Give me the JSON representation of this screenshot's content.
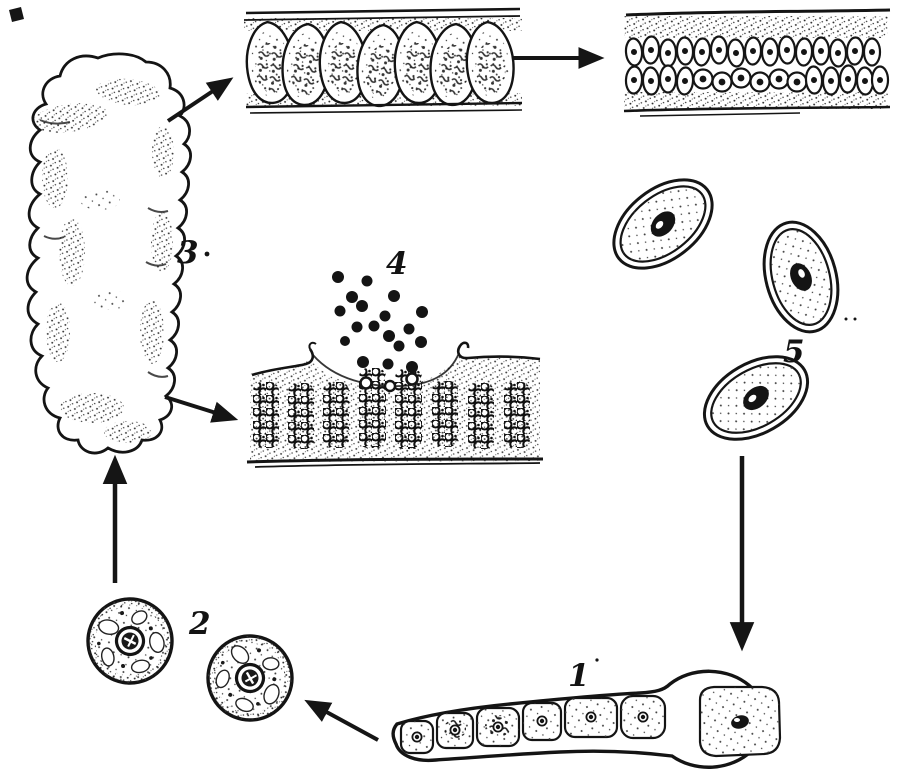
{
  "diagram": {
    "kind": "hand-drawn biological life-cycle diagram",
    "background": "#ffffff",
    "ink": "#151515",
    "stage_labels": {
      "s1": "1",
      "s2": "2",
      "s3": "3",
      "s4": "4",
      "s5": "5"
    }
  }
}
